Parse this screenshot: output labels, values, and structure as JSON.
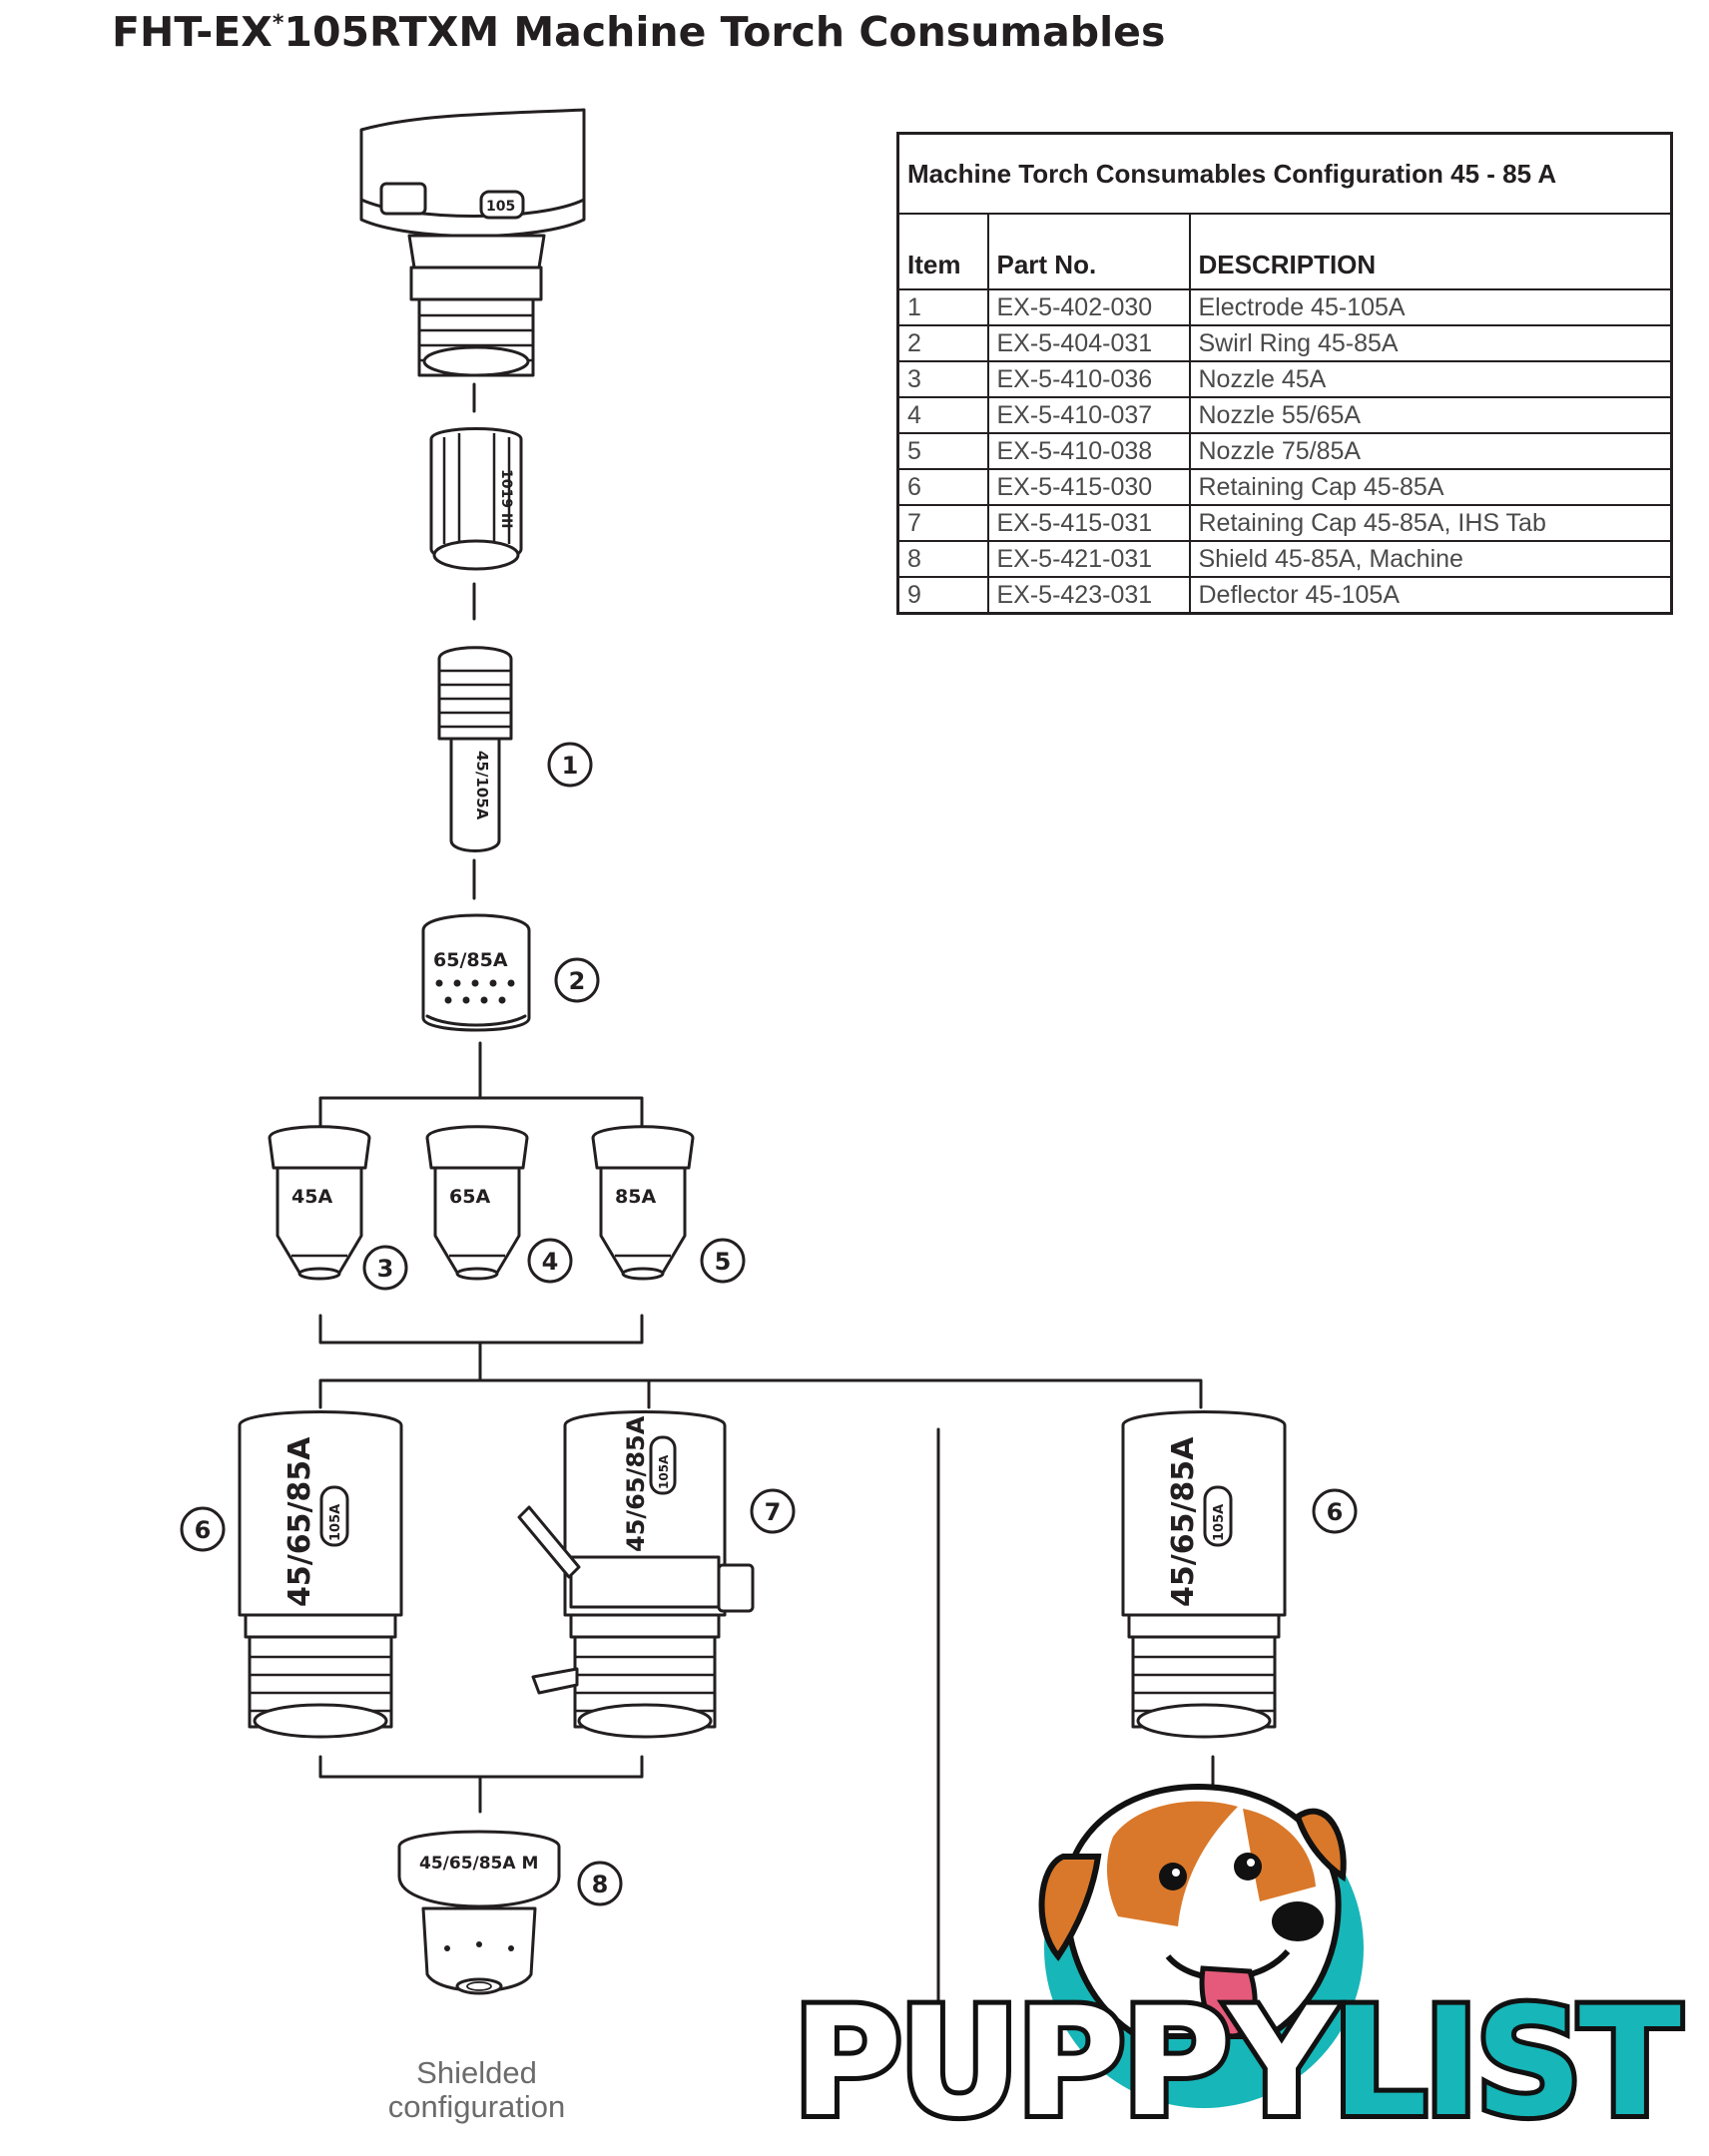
{
  "title": {
    "prefix": "FHT-EX",
    "superscript": "*",
    "suffix": "105RTXM Machine Torch Consumables"
  },
  "table": {
    "caption": "Machine Torch Consumables Configuration 45 - 85 A",
    "headers": [
      "Item",
      "Part No.",
      "DESCRIPTION"
    ],
    "rows": [
      [
        "1",
        "EX-5-402-030",
        "Electrode 45-105A"
      ],
      [
        "2",
        "EX-5-404-031",
        "Swirl Ring 45-85A"
      ],
      [
        "3",
        "EX-5-410-036",
        "Nozzle 45A"
      ],
      [
        "4",
        "EX-5-410-037",
        "Nozzle 55/65A"
      ],
      [
        "5",
        "EX-5-410-038",
        "Nozzle 75/85A"
      ],
      [
        "6",
        "EX-5-415-030",
        "Retaining Cap 45-85A"
      ],
      [
        "7",
        "EX-5-415-031",
        "Retaining Cap 45-85A, IHS Tab"
      ],
      [
        "8",
        "EX-5-421-031",
        "Shield 45-85A, Machine"
      ],
      [
        "9",
        "EX-5-423-031",
        "Deflector 45-105A"
      ]
    ]
  },
  "callouts": {
    "electrode": "1",
    "swirl_ring": "2",
    "nozzle_45": "3",
    "nozzle_65": "4",
    "nozzle_85": "5",
    "cap_left": "6",
    "cap_ihs": "7",
    "cap_right": "6",
    "shield": "8"
  },
  "part_markings": {
    "electrode": "45/105A",
    "swirl_ring": "65/85A",
    "nozzle_45": "45A",
    "nozzle_65": "65A",
    "nozzle_85": "85A",
    "cap": "45/65/85A",
    "cap_badge": "105A",
    "shield": "45/65/85A M",
    "torch_ring": "105",
    "torch_sleeve": "1019 III"
  },
  "caption": {
    "line1": "Shielded",
    "line2": "configuration"
  },
  "watermark": {
    "text_a": "PUPPY",
    "text_b": "LIST"
  },
  "colors": {
    "ink": "#231f20",
    "watermark_teal": "#17b6b8",
    "dog_orange": "#d9782a"
  }
}
